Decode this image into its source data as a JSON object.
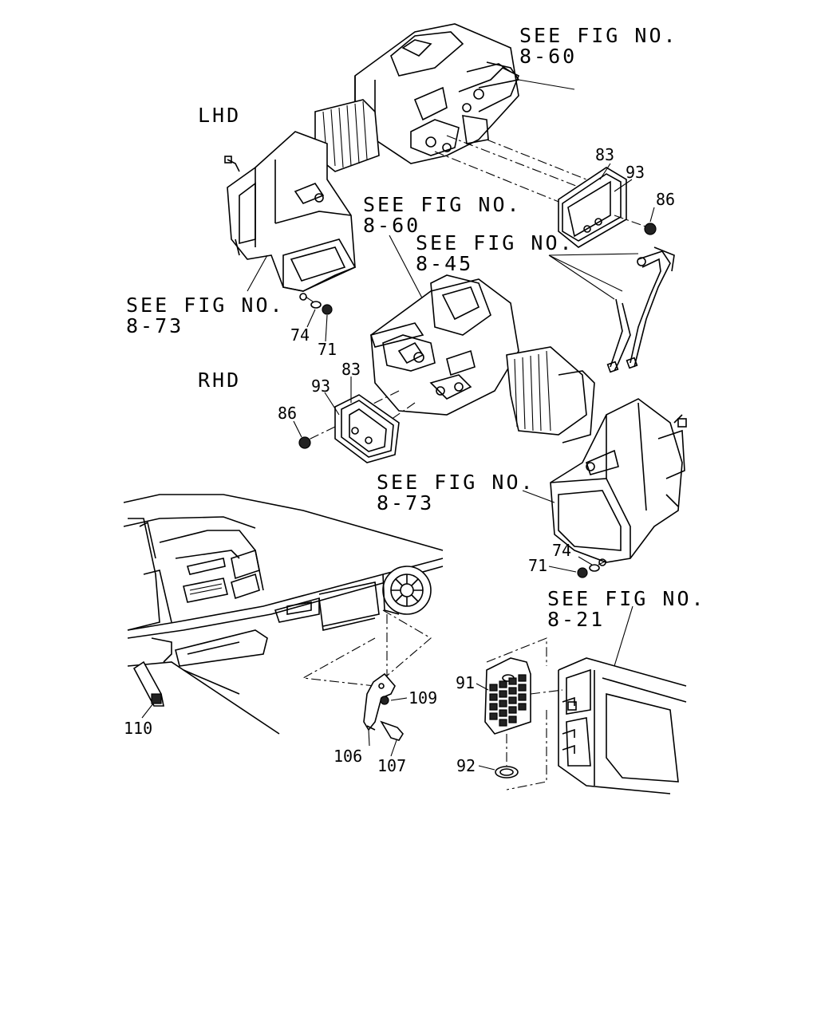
{
  "callouts": {
    "see_fig_1": "SEE FIG NO.",
    "see_fig_1_ref": "8-60",
    "lhd": "LHD",
    "see_fig_2": "SEE FIG NO.",
    "see_fig_2_ref": "8-60",
    "see_fig_3": "SEE FIG NO.",
    "see_fig_3_ref": "8-45",
    "see_fig_4": "SEE FIG NO.",
    "see_fig_4_ref": "8-73",
    "rhd": "RHD",
    "see_fig_5": "SEE FIG NO.",
    "see_fig_5_ref": "8-73",
    "see_fig_6": "SEE FIG NO.",
    "see_fig_6_ref": "8-21"
  },
  "part_numbers": {
    "p83_top": "83",
    "p93_top": "93",
    "p86_top": "86",
    "p74_left": "74",
    "p71_left": "71",
    "p83_mid": "83",
    "p93_mid": "93",
    "p86_mid": "86",
    "p74_right": "74",
    "p71_right": "71",
    "p109": "109",
    "p110": "110",
    "p106": "106",
    "p107": "107",
    "p91": "91",
    "p92": "92"
  }
}
